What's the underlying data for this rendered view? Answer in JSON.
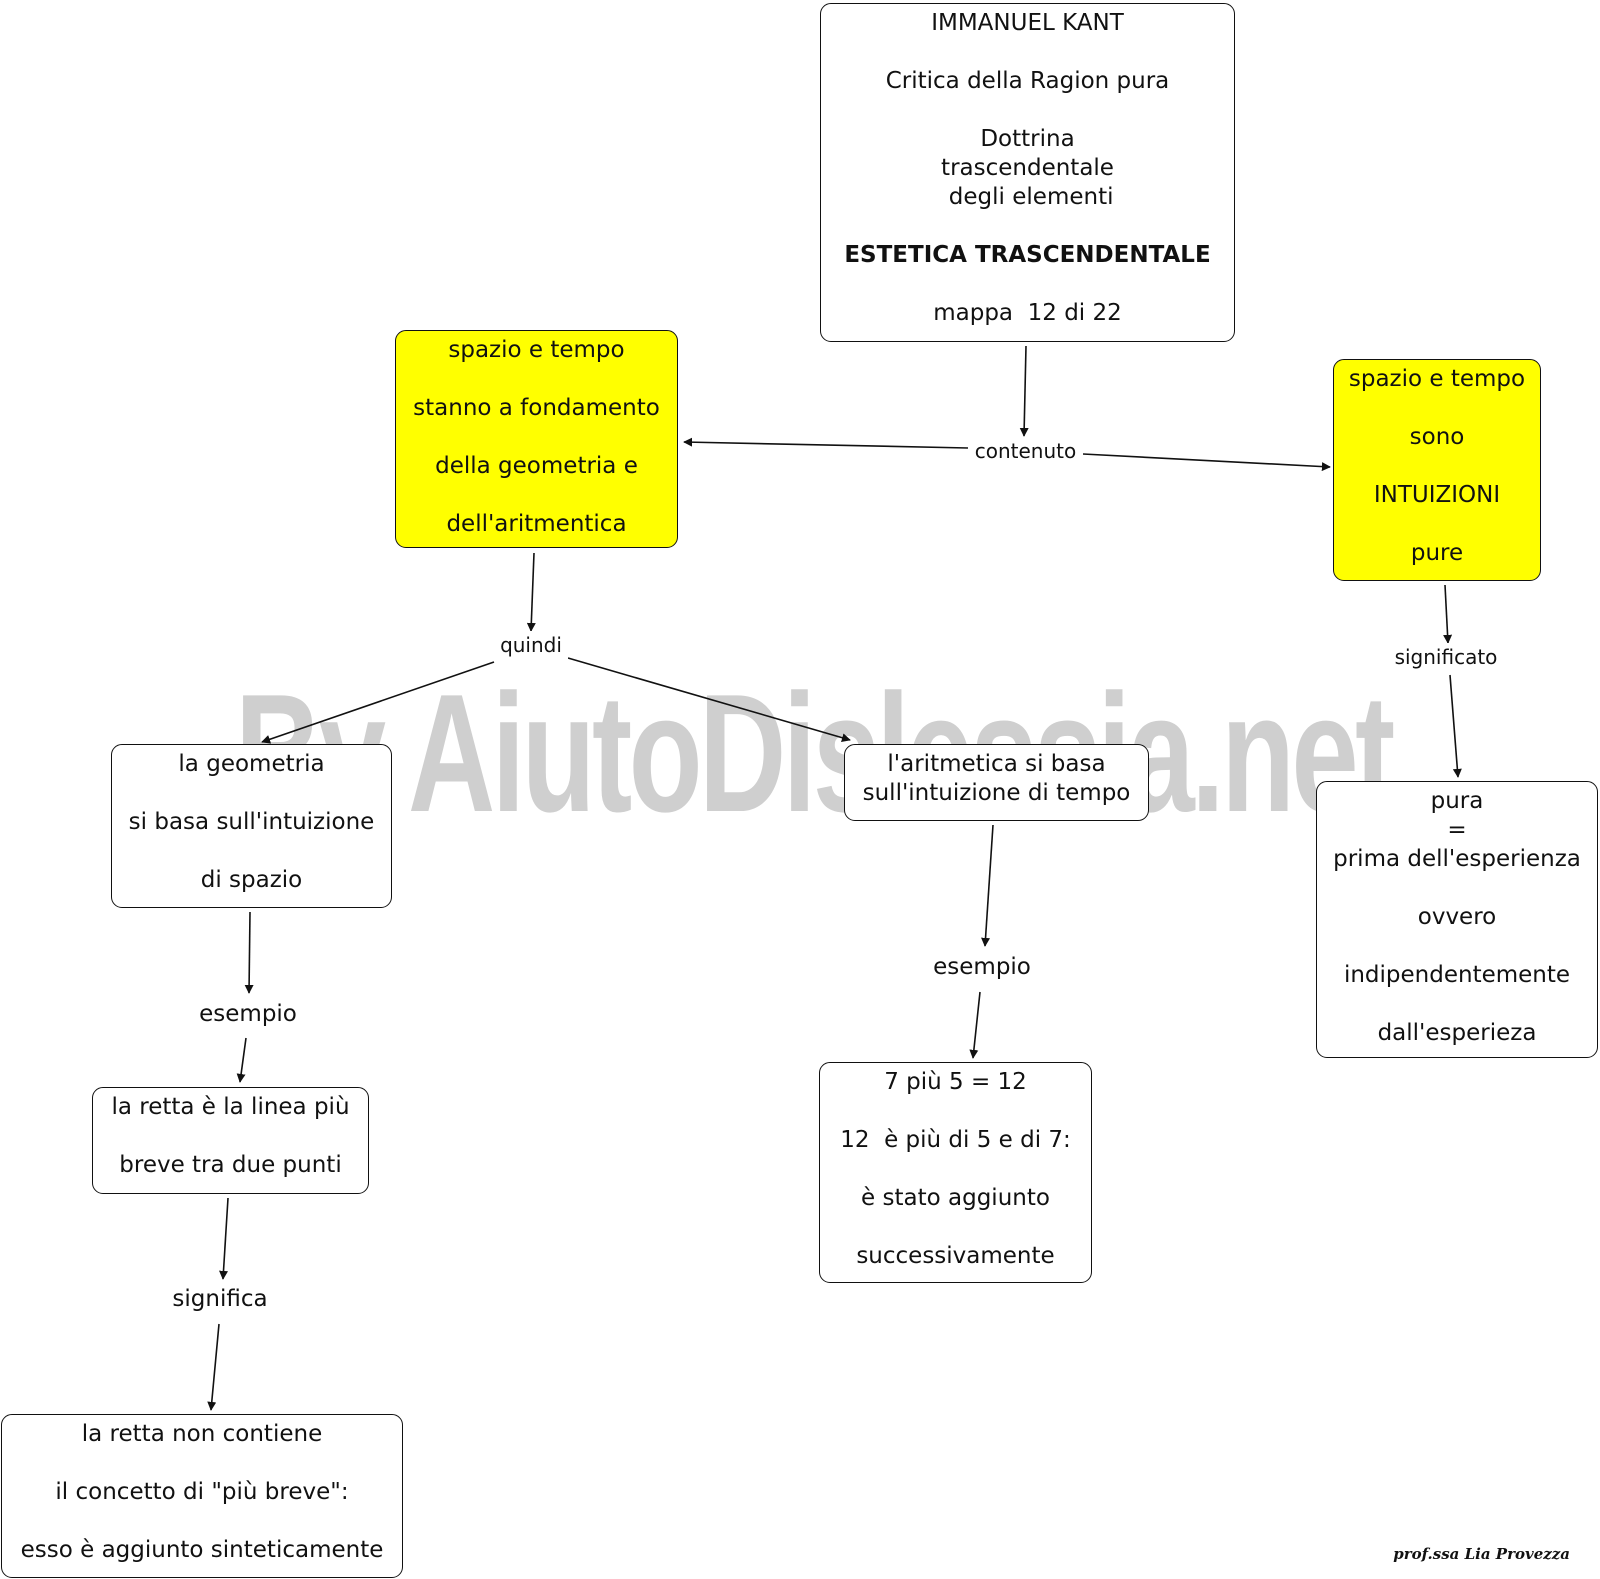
{
  "watermark": "By AiutoDislessia.net",
  "signature": "prof.ssa Lia Provezza",
  "nodes": {
    "title": [
      "IMMANUEL KANT",
      "",
      "Critica della Ragion pura",
      "",
      "Dottrina",
      "trascendentale",
      " degli elementi",
      "",
      "ESTETICA TRASCENDENTALE",
      "",
      "mappa  12 di 22"
    ],
    "foundation": [
      "spazio e tempo",
      "",
      "stanno a fondamento",
      "",
      "della geometria e",
      "",
      "dell'aritmentica"
    ],
    "intuitions": [
      "spazio e tempo",
      "",
      "sono",
      "",
      "INTUIZIONI",
      "",
      "pure"
    ],
    "geometry": [
      "la geometria",
      "",
      "si basa sull'intuizione",
      "",
      "di spazio"
    ],
    "arithmetic": [
      "l'aritmetica si basa",
      "sull'intuizione di tempo"
    ],
    "pure_meaning": [
      "pura",
      "=",
      "prima dell'esperienza",
      "",
      "ovvero",
      "",
      "indipendentemente",
      "",
      "dall'esperieza"
    ],
    "line_example": [
      "la retta è la linea più",
      "",
      "breve tra due punti"
    ],
    "sum_example": [
      "7 più 5 = 12",
      "",
      "12  è più di 5 e di 7:",
      "",
      "è stato aggiunto",
      "",
      "successivamente"
    ],
    "synthetic": [
      "la retta non contiene",
      "",
      "il concetto di \"più breve\":",
      "",
      "esso è aggiunto sinteticamente"
    ]
  },
  "labels": {
    "contenuto": "contenuto",
    "quindi": "quindi",
    "significato": "significato",
    "esempio_geometry": "esempio",
    "esempio_arithmetic": "esempio",
    "significa": "significa"
  }
}
